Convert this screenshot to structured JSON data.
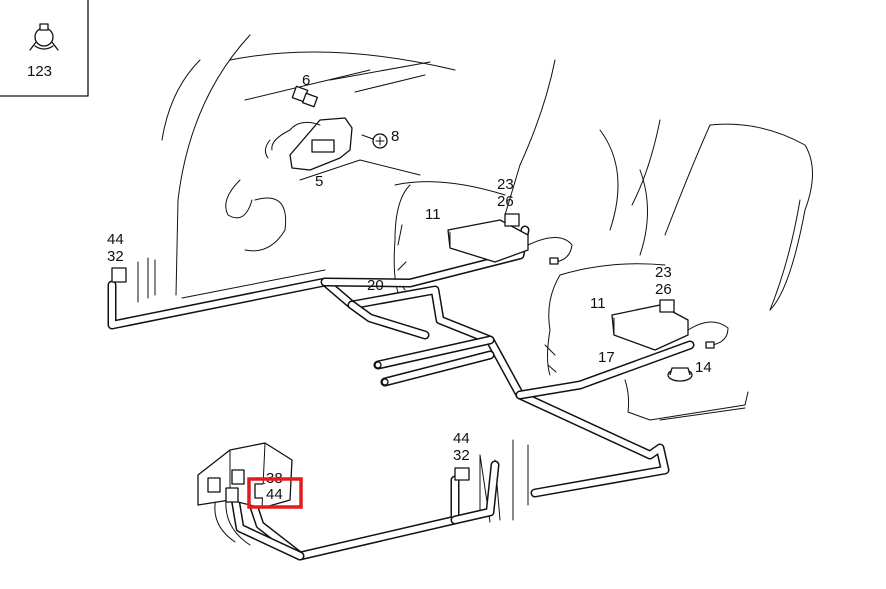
{
  "colors": {
    "line": "#111111",
    "background": "#ffffff",
    "highlight": "#e41b1b"
  },
  "legend_box": {
    "part_number": "123",
    "icon": "hose-clamp-icon"
  },
  "callouts": {
    "sensor": "6",
    "bracket": "5",
    "screw": "8",
    "connector_left_top": "44",
    "connector_left_bottom": "32",
    "module_upper_23": "23",
    "module_upper_26": "26",
    "module_upper_11": "11",
    "harness_upper_20": "20",
    "module_lower_23": "23",
    "module_lower_26": "26",
    "module_lower_11": "11",
    "harness_lower_17": "17",
    "grommet": "14",
    "connector_right_top": "44",
    "connector_right_bottom": "32",
    "fusebox_38": "38",
    "fusebox_44_highlighted": "44"
  }
}
